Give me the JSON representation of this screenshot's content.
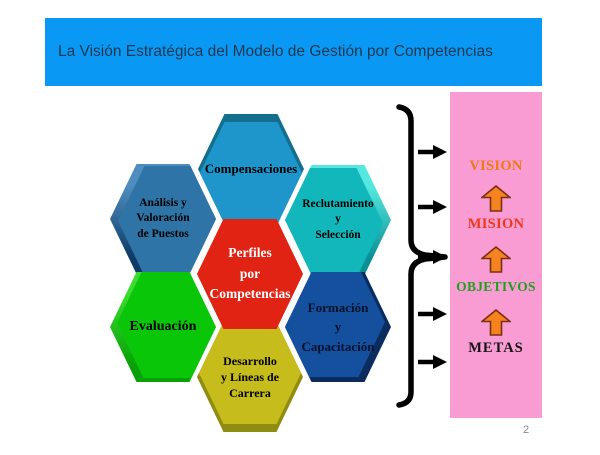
{
  "slide": {
    "title": "La Visión Estratégica del Modelo de Gestión por Competencias",
    "page_number": "2",
    "colors": {
      "title_bar": "#0999F5",
      "goal_panel": "#F99CD4",
      "flow_arrows": "#000000",
      "up_arrow_fill": "#F5831F"
    }
  },
  "hexagons": [
    {
      "name": "compensaciones",
      "fill": "#1E95CB",
      "rim": "#146E8E",
      "text_color": "#000000",
      "lines": [
        "Compensaciones"
      ]
    },
    {
      "name": "analisis-valoracion-puestos",
      "fill": "#2E74A6",
      "rim": "#0D3A66",
      "text_color": "#000000",
      "lines": [
        "Análisis y",
        "Valoración",
        "de Puestos"
      ]
    },
    {
      "name": "reclutamiento-seleccion",
      "fill": "#12B7BC",
      "rim": "#0A8F94",
      "text_color": "#000000",
      "lines": [
        "Reclutamiento",
        "y",
        "Selección"
      ]
    },
    {
      "name": "perfiles-por-competencias",
      "fill": "#E02313",
      "rim": "#E02313",
      "text_color": "#FFFFFF",
      "lines": [
        "Perfiles",
        "por",
        "Competencias"
      ]
    },
    {
      "name": "evaluacion",
      "fill": "#09C609",
      "rim": "#07A007",
      "text_color": "#000000",
      "lines": [
        "Evaluación"
      ]
    },
    {
      "name": "formacion-capacitacion",
      "fill": "#15509E",
      "rim": "#0A2C5E",
      "text_color": "#03112B",
      "lines": [
        "Formación",
        "y",
        "Capacitación"
      ]
    },
    {
      "name": "desarrollo-lineas-carrera",
      "fill": "#C6BC1C",
      "rim": "#908B11",
      "text_color": "#000000",
      "lines": [
        "Desarrollo",
        "y Líneas de",
        "Carrera"
      ]
    }
  ],
  "goals": {
    "items": [
      {
        "label": "VISION",
        "color": "#F07818"
      },
      {
        "label": "MISION",
        "color": "#F03818"
      },
      {
        "label": "OBJETIVOS",
        "color": "#1F9F1F"
      },
      {
        "label": "METAS",
        "color": "#141414"
      }
    ]
  }
}
